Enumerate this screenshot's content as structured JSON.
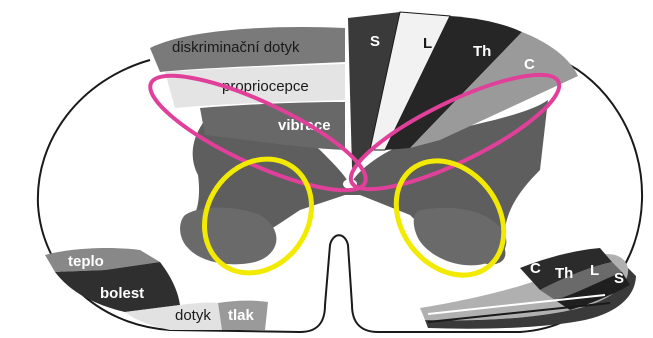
{
  "labels": {
    "discriminative_touch": "diskriminační dotyk",
    "proprioception": "propriocepce",
    "vibration": "vibrace",
    "segment_s": "S",
    "segment_l": "L",
    "segment_th": "Th",
    "segment_c": "C",
    "temperature": "teplo",
    "pain": "bolest",
    "touch": "dotyk",
    "pressure": "tlak",
    "lateral_c": "C",
    "lateral_th": "Th",
    "lateral_l": "L",
    "lateral_s": "S"
  },
  "colors": {
    "highlight_pink": "#e0409a",
    "highlight_yellow": "#f2ea00",
    "outline": "#1a1a1a",
    "gray_dark": "#3a3a3a",
    "gray_mid": "#6f6f6f",
    "gray_light": "#b8b8b8",
    "gray_pale": "#dcdcdc"
  }
}
